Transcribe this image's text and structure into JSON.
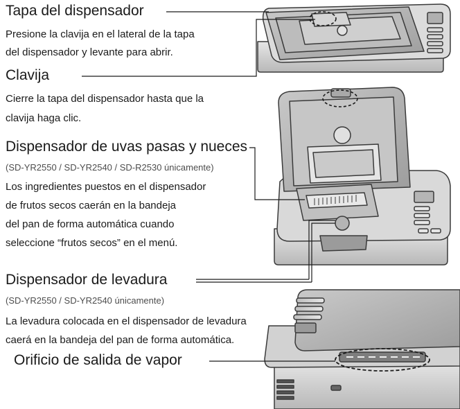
{
  "sections": [
    {
      "title": "Tapa del dispensador",
      "lines": [
        "Presione la clavija en el lateral de la tapa",
        "del dispensador y levante para abrir."
      ]
    },
    {
      "title": "Clavija",
      "lines": [
        "Cierre la tapa del dispensador hasta que la",
        "clavija haga clic."
      ]
    },
    {
      "title": "Dispensador de uvas pasas y nueces",
      "note": "(SD-YR2550 / SD-YR2540 / SD-R2530 únicamente)",
      "lines": [
        "Los ingredientes puestos en el dispensador",
        "de frutos secos caerán en la bandeja",
        "del pan de forma automática cuando",
        "seleccione “frutos secos” en el menú."
      ]
    },
    {
      "title": "Dispensador de levadura",
      "note": "(SD-YR2550 / SD-YR2540 únicamente)",
      "lines": [
        "La levadura colocada en el dispensador de levadura",
        "caerá en la bandeja del pan de forma automática."
      ]
    },
    {
      "title": "Orificio de salida de vapor"
    }
  ],
  "colors": {
    "text": "#1a1a1a",
    "note": "#4d4d4d",
    "machine_body": "#d2d2d2",
    "machine_dark": "#8a8a8a",
    "outline": "#3a3a3a"
  }
}
